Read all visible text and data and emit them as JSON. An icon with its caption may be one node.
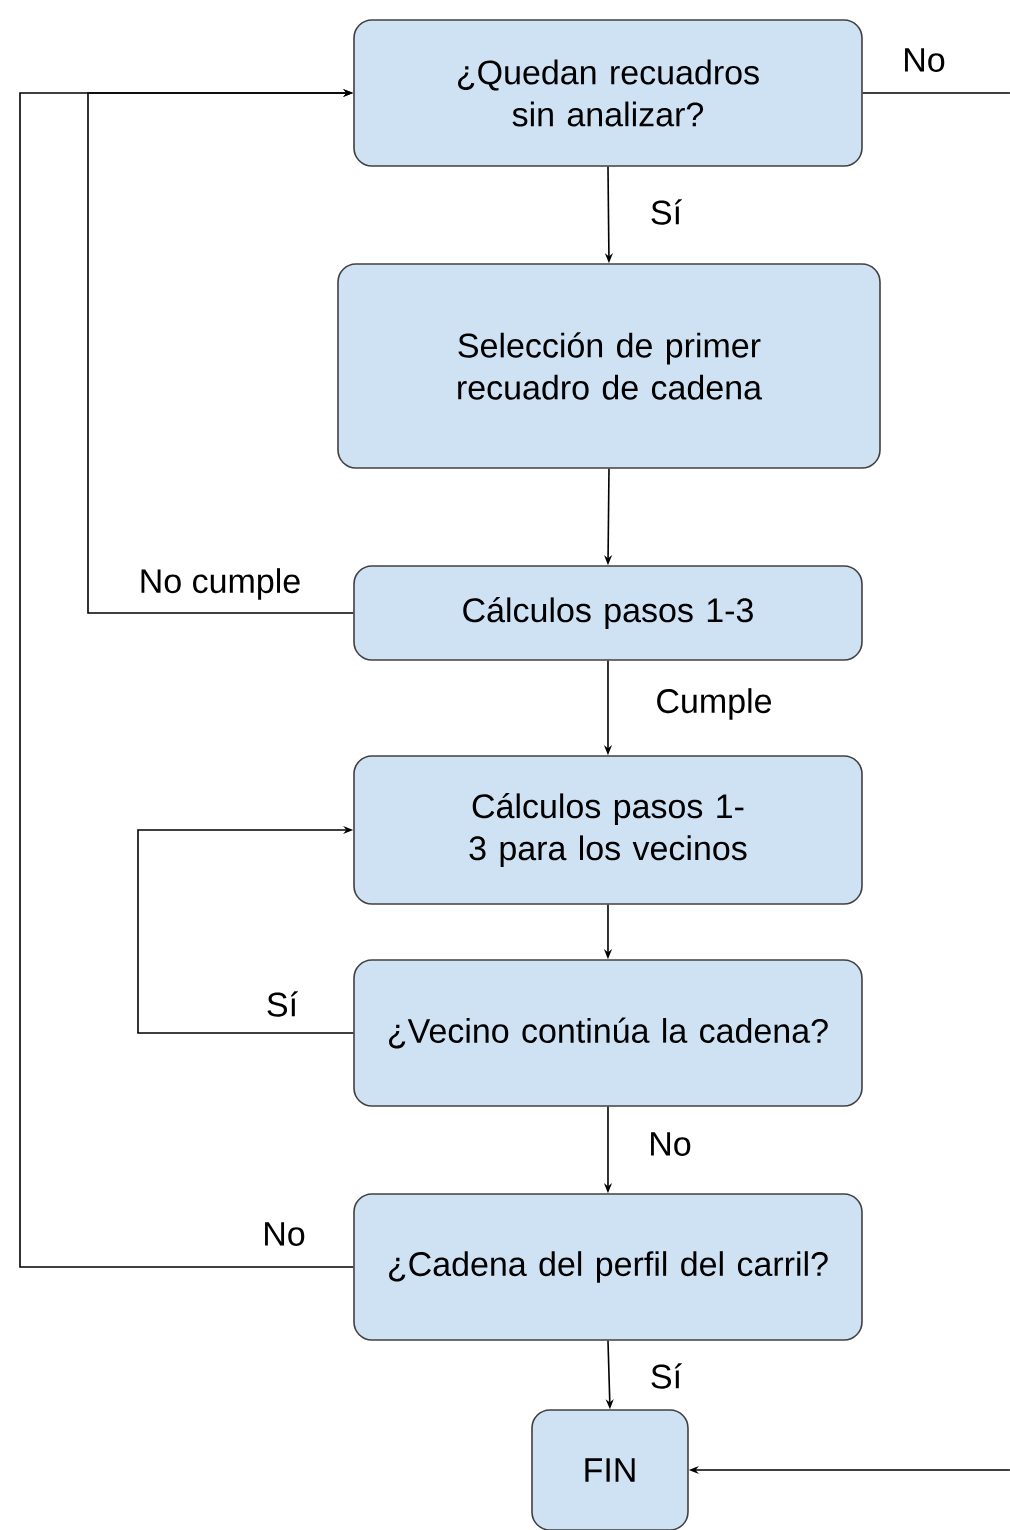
{
  "diagram": {
    "nodes": [
      {
        "text": [
          "¿Quedan recuadros sin analizar?"
        ]
      },
      {
        "text": [
          "Selección de primer recuadro de cadena"
        ]
      },
      {
        "text": [
          "Cálculos pasos 1-3"
        ]
      },
      {
        "text": [
          "Cálculos pasos 1-3 para los vecinos"
        ]
      },
      {
        "text": [
          "¿Vecino continúa la cadena?"
        ]
      },
      {
        "text": [
          "¿Cadena del perfil del carril?"
        ]
      },
      {
        "text": [
          "FIN"
        ]
      }
    ],
    "edges": [
      {
        "from": 0,
        "to": 1,
        "arrow": "to",
        "label": "Sí"
      },
      {
        "from": 1,
        "to": 2,
        "arrow": "to"
      },
      {
        "from": 2,
        "to": 0,
        "arrow": "to",
        "label": "No cumple"
      },
      {
        "from": 2,
        "to": 3,
        "arrow": "to",
        "label": "Cumple"
      },
      {
        "from": 3,
        "to": 4,
        "arrow": "to"
      },
      {
        "from": 4,
        "to": 3,
        "arrow": "to",
        "label": "Sí"
      },
      {
        "from": 4,
        "to": 5,
        "arrow": "to",
        "label": "No"
      },
      {
        "from": 5,
        "to": 0,
        "arrow": "to",
        "label": "No"
      },
      {
        "from": 0,
        "to": null,
        "arrow": "none",
        "label": "No"
      },
      {
        "from": null,
        "to": 6,
        "arrow": "to"
      },
      {
        "from": 5,
        "to": 6,
        "arrow": "to",
        "label": "Sí"
      }
    ]
  }
}
